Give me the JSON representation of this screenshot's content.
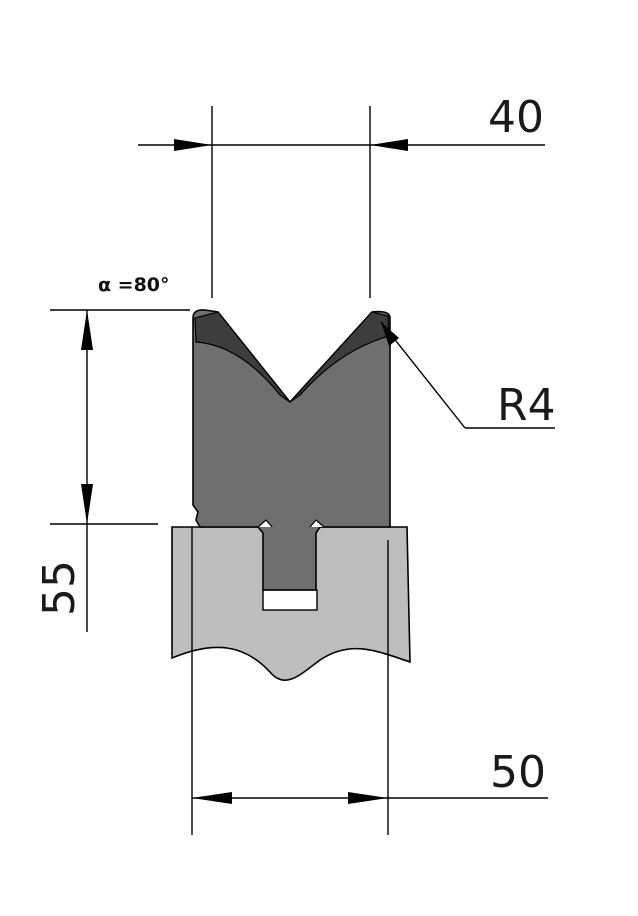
{
  "dimensions": {
    "top_width": "40",
    "base_width": "50",
    "height": "55",
    "radius": "R4",
    "angle": "α =80°"
  },
  "colors": {
    "die_body": "#6f6f6f",
    "die_dark": "#3d3d3d",
    "holder": "#bdbdbd",
    "outline": "#000000"
  }
}
